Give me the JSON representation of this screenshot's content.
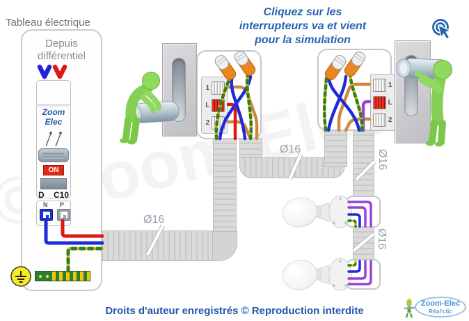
{
  "header": {
    "title_line1": "Cliquez sur les",
    "title_line2": "interrupteurs va et vient",
    "title_line3": "pour la simulation"
  },
  "tableau": {
    "label": "Tableau électrique",
    "subtitle_line1": "Depuis",
    "subtitle_line2": "différentiel"
  },
  "breaker": {
    "brand_line1": "Zoom",
    "brand_line2": "Elec",
    "on_label": "ON",
    "curve_d": "D",
    "curve_c10": "C10",
    "neutral_label": "N",
    "phase_label": "P"
  },
  "switch_left": {
    "terminals": [
      "1",
      "L",
      "2"
    ]
  },
  "switch_right": {
    "terminals": [
      "1",
      "L",
      "2"
    ]
  },
  "conduit": {
    "diameter_label": "Ø16"
  },
  "watermark": {
    "text": "© Zoom Elec"
  },
  "footer": {
    "copyright": "Droits d'auteur enregistrés © Reproduction interdite"
  },
  "logo": {
    "name": "Zoom-Elec",
    "tagline": "Réal'clic"
  },
  "colors": {
    "title_blue": "#2565b0",
    "wire_red": "#e01810",
    "wire_blue": "#1f2ad8",
    "wire_orange": "#cd8840",
    "wire_purple": "#9a41d6",
    "earth_yellow": "#ecc90c",
    "earth_green": "#2f7d2f",
    "figure_green": "#8ed95e",
    "conduit_gray": "#d6d6d6",
    "live_terminal_red": "#e22818"
  }
}
